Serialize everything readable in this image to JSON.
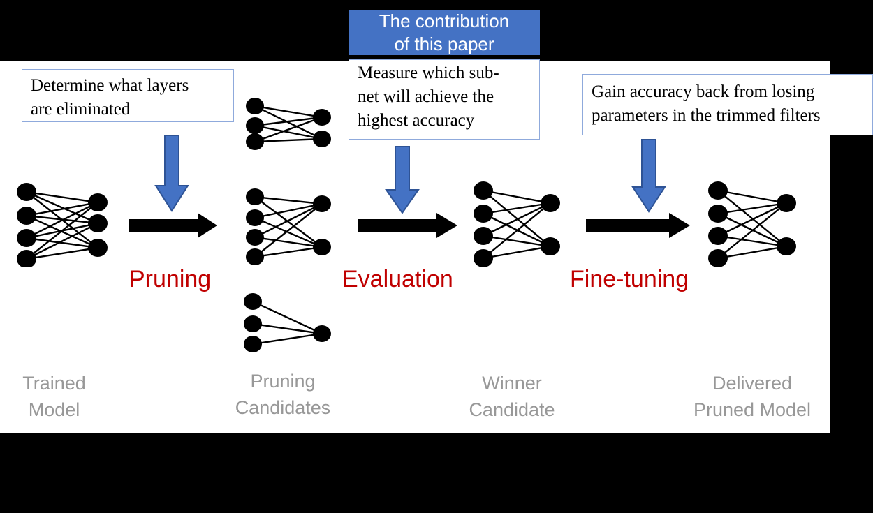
{
  "callout": {
    "text": "The contribution\nof this paper",
    "color": "#4472C4",
    "text_color": "#FFFFFF"
  },
  "description_boxes": [
    {
      "id": "determine",
      "text": "Determine what layers\nare eliminated"
    },
    {
      "id": "measure",
      "text": "Measure which sub-\nnet will achieve the\nhighest accuracy"
    },
    {
      "id": "gain",
      "text": "Gain accuracy back from losing\nparameters in the trimmed filters"
    }
  ],
  "steps": [
    {
      "label": "Pruning"
    },
    {
      "label": "Evaluation"
    },
    {
      "label": "Fine-tuning"
    }
  ],
  "step_label_color": "#C00000",
  "captions": [
    {
      "text": "Trained\nModel"
    },
    {
      "text": "Pruning\nCandidates"
    },
    {
      "text": "Winner\nCandidate"
    },
    {
      "text": "Delivered\nPruned Model"
    }
  ],
  "caption_color": "#989898",
  "arrows": {
    "down_arrow_fill": "#4472C4",
    "down_arrow_stroke": "#2E5395",
    "right_arrow_fill": "#000000",
    "down_arrow_count": 3,
    "right_arrow_count": 3
  },
  "chart_data": {
    "type": "diagram",
    "title": "Neural network pruning pipeline",
    "node_color": "#000000",
    "edge_color": "#000000",
    "networks": [
      {
        "name": "trained-model",
        "inputs": 4,
        "outputs": 3,
        "fully_connected": true
      },
      {
        "name": "pruning-candidate-1",
        "inputs": 3,
        "outputs": 2,
        "fully_connected": true
      },
      {
        "name": "pruning-candidate-2",
        "inputs": 4,
        "outputs": 2,
        "fully_connected": true
      },
      {
        "name": "pruning-candidate-3",
        "inputs": 3,
        "outputs": 1,
        "fully_connected": true
      },
      {
        "name": "winner-candidate",
        "inputs": 4,
        "outputs": 2,
        "fully_connected": true
      },
      {
        "name": "delivered-pruned-model",
        "inputs": 4,
        "outputs": 2,
        "fully_connected": true
      }
    ],
    "flow": [
      "Trained Model",
      "Pruning",
      "Pruning Candidates",
      "Evaluation",
      "Winner Candidate",
      "Fine-tuning",
      "Delivered Pruned Model"
    ]
  }
}
